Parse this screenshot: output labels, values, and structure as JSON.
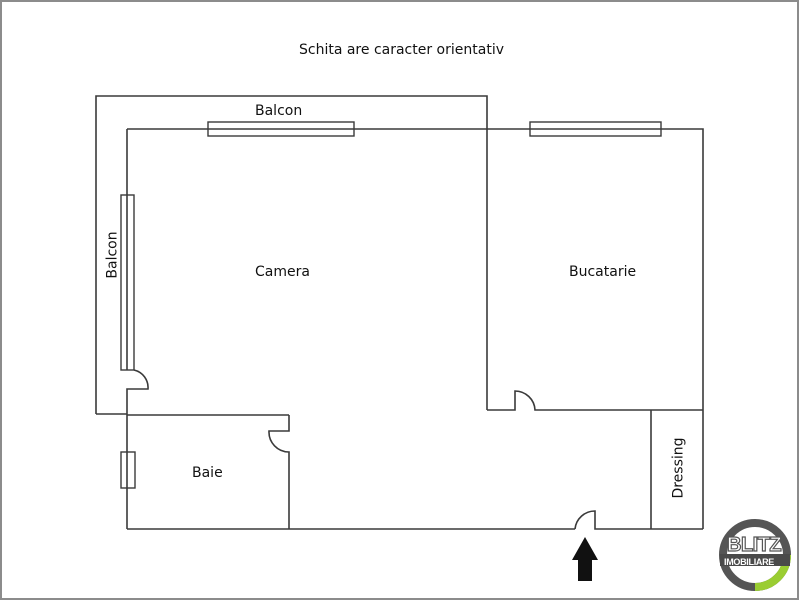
{
  "title": "Schita are caracter orientativ",
  "rooms": {
    "balcon_top": "Balcon",
    "balcon_left": "Balcon",
    "camera": "Camera",
    "bucatarie": "Bucatarie",
    "baie": "Baie",
    "dressing": "Dressing"
  },
  "entrance": {
    "icon": "arrow-up-icon"
  },
  "logo": {
    "line1": "BLITZ",
    "line2": "IMOBILIARE",
    "ring_color": "#555555",
    "accent_color": "#9acd32"
  },
  "colors": {
    "wall": "#3a3a3a",
    "frame": "#8c8c8c",
    "background": "#ffffff"
  }
}
